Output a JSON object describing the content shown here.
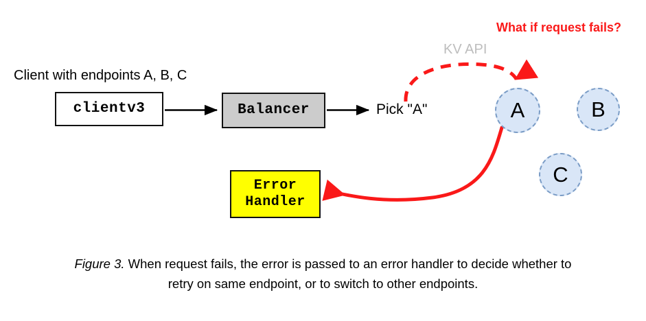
{
  "figure": {
    "label": "Figure 3.",
    "caption": " When request fails, the error is passed to an error handler to decide whether to retry on same endpoint, or to switch to other endpoints."
  },
  "annotations": {
    "client_endpoints": "Client with endpoints A, B, C",
    "pick": "Pick \"A\"",
    "kv_api": "KV API",
    "what_if_fails": "What if request fails?"
  },
  "nodes": {
    "clientv3": "clientv3",
    "balancer": "Balancer",
    "error_handler_line1": "Error",
    "error_handler_line2": "Handler"
  },
  "endpoints": [
    {
      "id": "a",
      "label": "A"
    },
    {
      "id": "b",
      "label": "B"
    },
    {
      "id": "c",
      "label": "C"
    }
  ],
  "colors": {
    "balancer_fill": "#cccccc",
    "error_handler_fill": "#ffff00",
    "endpoint_fill": "#d9e6f7",
    "endpoint_stroke": "#7a9cc6",
    "error_arrow": "#fa1919",
    "kv_api_text": "#bdbdbd",
    "stroke": "#111111"
  }
}
